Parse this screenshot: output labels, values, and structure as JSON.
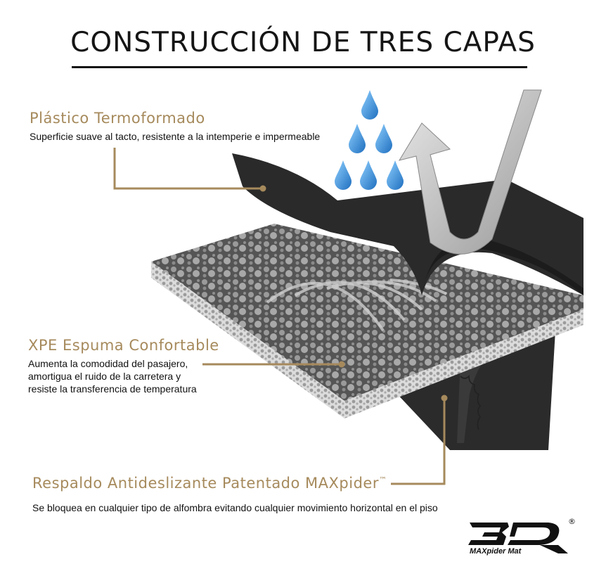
{
  "title": "CONSTRUCCIÓN DE TRES CAPAS",
  "layers": [
    {
      "title": "Plástico Termoformado",
      "description": [
        "Superficie suave al tacto, resistente a la intemperie e impermeable"
      ]
    },
    {
      "title": "XPE Espuma Confortable",
      "description": [
        "Aumenta la comodidad del pasajero,",
        "amortigua el ruido de la carretera y",
        "resiste la transferencia de temperatura"
      ]
    },
    {
      "title": "Respaldo Antideslizante Patentado MAXpider",
      "trademark": "™",
      "description": [
        "Se bloquea en cualquier tipo de alfombra evitando cualquier movimiento horizontal en el piso"
      ]
    }
  ],
  "logo": {
    "mark": "3D",
    "registered": "®",
    "subtitle": "MAXpider  Mat"
  },
  "colors": {
    "accent": "#a68a5c",
    "water": "#3a8fd6",
    "surface": "#2a2a2a",
    "foam": "#6b6b6b",
    "text": "#151515"
  },
  "icons": [
    "water-drop-icon",
    "arrow-curve-icon"
  ]
}
